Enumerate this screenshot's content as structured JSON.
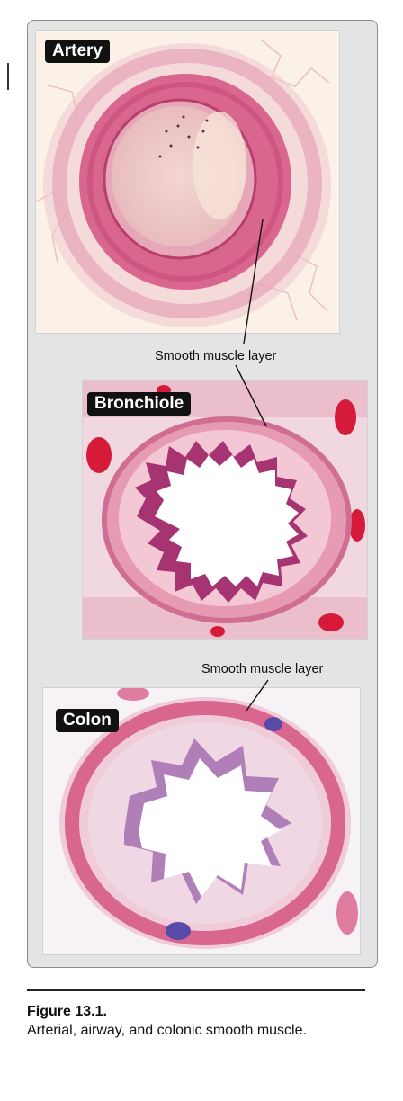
{
  "panels": {
    "artery": {
      "label": "Artery"
    },
    "bronchiole": {
      "label": "Bronchiole"
    },
    "colon": {
      "label": "Colon"
    }
  },
  "callouts": {
    "artery_smooth_muscle": "Smooth muscle layer",
    "colon_smooth_muscle": "Smooth muscle layer"
  },
  "caption": {
    "title": "Figure 13.1.",
    "body": "Arterial, airway, and colonic smooth muscle."
  }
}
